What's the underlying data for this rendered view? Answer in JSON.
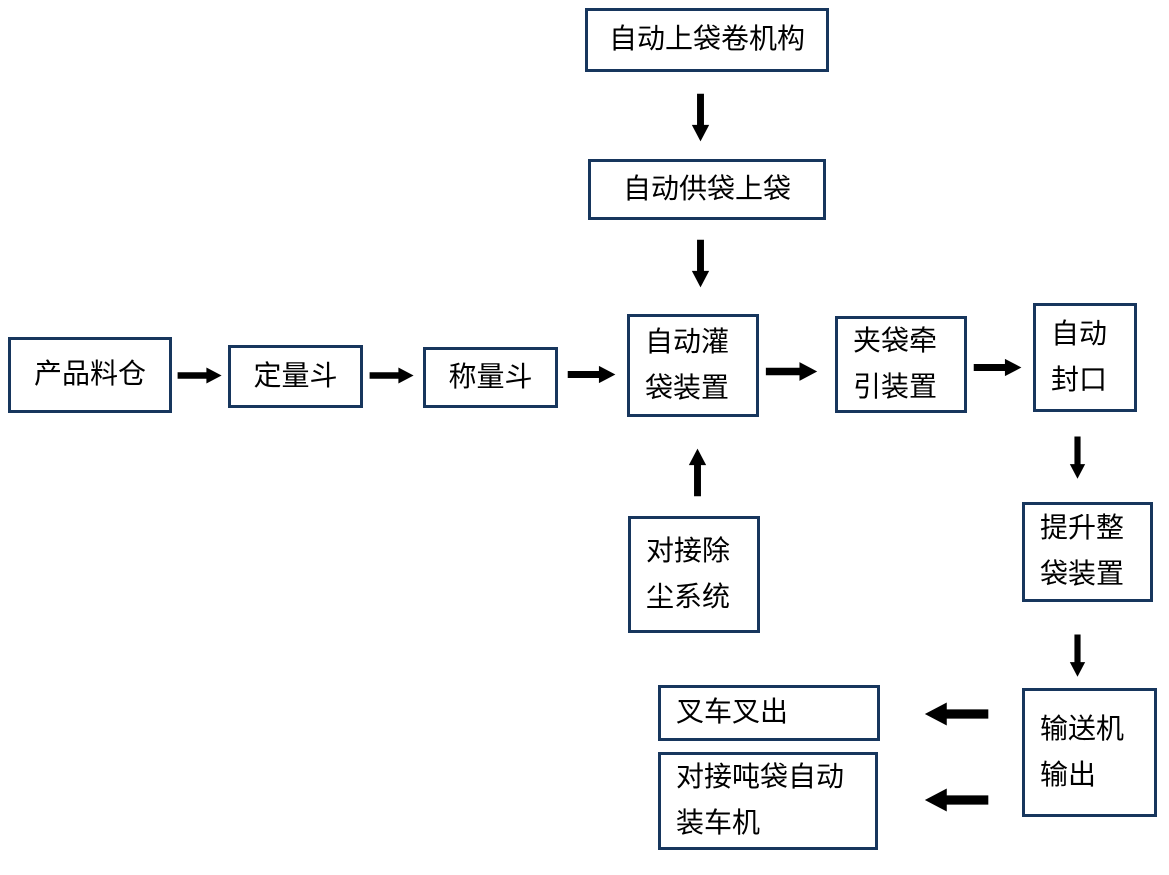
{
  "colors": {
    "box_border": "#17365D",
    "arrow": "#0D0DF2",
    "text": "#000000",
    "background": "#FFFFFF"
  },
  "nodes": {
    "bag_roll": {
      "lines": [
        "自动上袋卷机构"
      ]
    },
    "bag_supply": {
      "lines": [
        "自动供袋上袋"
      ]
    },
    "silo": {
      "lines": [
        "产品料仓"
      ]
    },
    "dosing": {
      "lines": [
        "定量斗"
      ]
    },
    "weighing": {
      "lines": [
        "称量斗"
      ]
    },
    "filling": {
      "lines": [
        "自动灌",
        "袋装置"
      ]
    },
    "clamping": {
      "lines": [
        "夹袋牵",
        "引装置"
      ]
    },
    "sealing": {
      "lines": [
        "自动",
        "封口"
      ]
    },
    "dedusting": {
      "lines": [
        "对接除",
        "尘系统"
      ]
    },
    "lifting": {
      "lines": [
        "提升整",
        "袋装置"
      ]
    },
    "conveyor": {
      "lines": [
        "输送机",
        "输出"
      ]
    },
    "forklift": {
      "lines": [
        "叉车叉出"
      ]
    },
    "truck_loader": {
      "lines": [
        "对接吨袋自动",
        "装车机"
      ]
    }
  },
  "edges": [
    {
      "from": "bag_roll",
      "to": "bag_supply",
      "direction": "down"
    },
    {
      "from": "bag_supply",
      "to": "filling",
      "direction": "down"
    },
    {
      "from": "silo",
      "to": "dosing",
      "direction": "right"
    },
    {
      "from": "dosing",
      "to": "weighing",
      "direction": "right"
    },
    {
      "from": "weighing",
      "to": "filling",
      "direction": "right"
    },
    {
      "from": "filling",
      "to": "clamping",
      "direction": "right"
    },
    {
      "from": "clamping",
      "to": "sealing",
      "direction": "right"
    },
    {
      "from": "dedusting",
      "to": "filling",
      "direction": "up"
    },
    {
      "from": "sealing",
      "to": "lifting",
      "direction": "down"
    },
    {
      "from": "lifting",
      "to": "conveyor",
      "direction": "down"
    },
    {
      "from": "conveyor",
      "to": "forklift",
      "direction": "left"
    },
    {
      "from": "conveyor",
      "to": "truck_loader",
      "direction": "left"
    }
  ]
}
